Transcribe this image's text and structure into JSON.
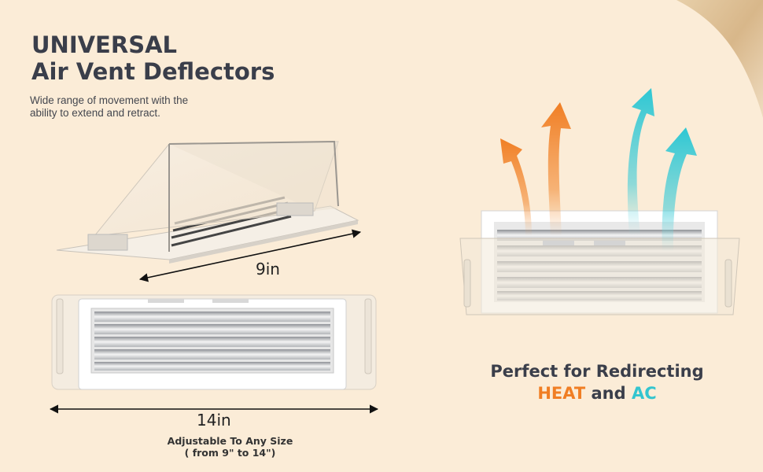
{
  "title": {
    "line1": "UNIVERSAL",
    "line2": "Air Vent Deflectors"
  },
  "subtitle_line1": "Wide range of movement with the",
  "subtitle_line2": "ability to extend and retract.",
  "dimension_short": "9in",
  "dimension_long": "14in",
  "adjustable_line1": "Adjustable To Any Size",
  "adjustable_line2": "( from 9\" to 14\")",
  "headline": {
    "line1": "Perfect for Redirecting",
    "heat_word": "HEAT",
    "and_word": "and",
    "ac_word": "AC"
  },
  "colors": {
    "background": "#fbecd7",
    "title_text": "#3a3e4a",
    "heat_orange": "#f07e24",
    "ac_cyan": "#33c5cf"
  },
  "icons": [
    "heat-arrow-icon",
    "cool-arrow-icon",
    "double-arrow-icon"
  ]
}
